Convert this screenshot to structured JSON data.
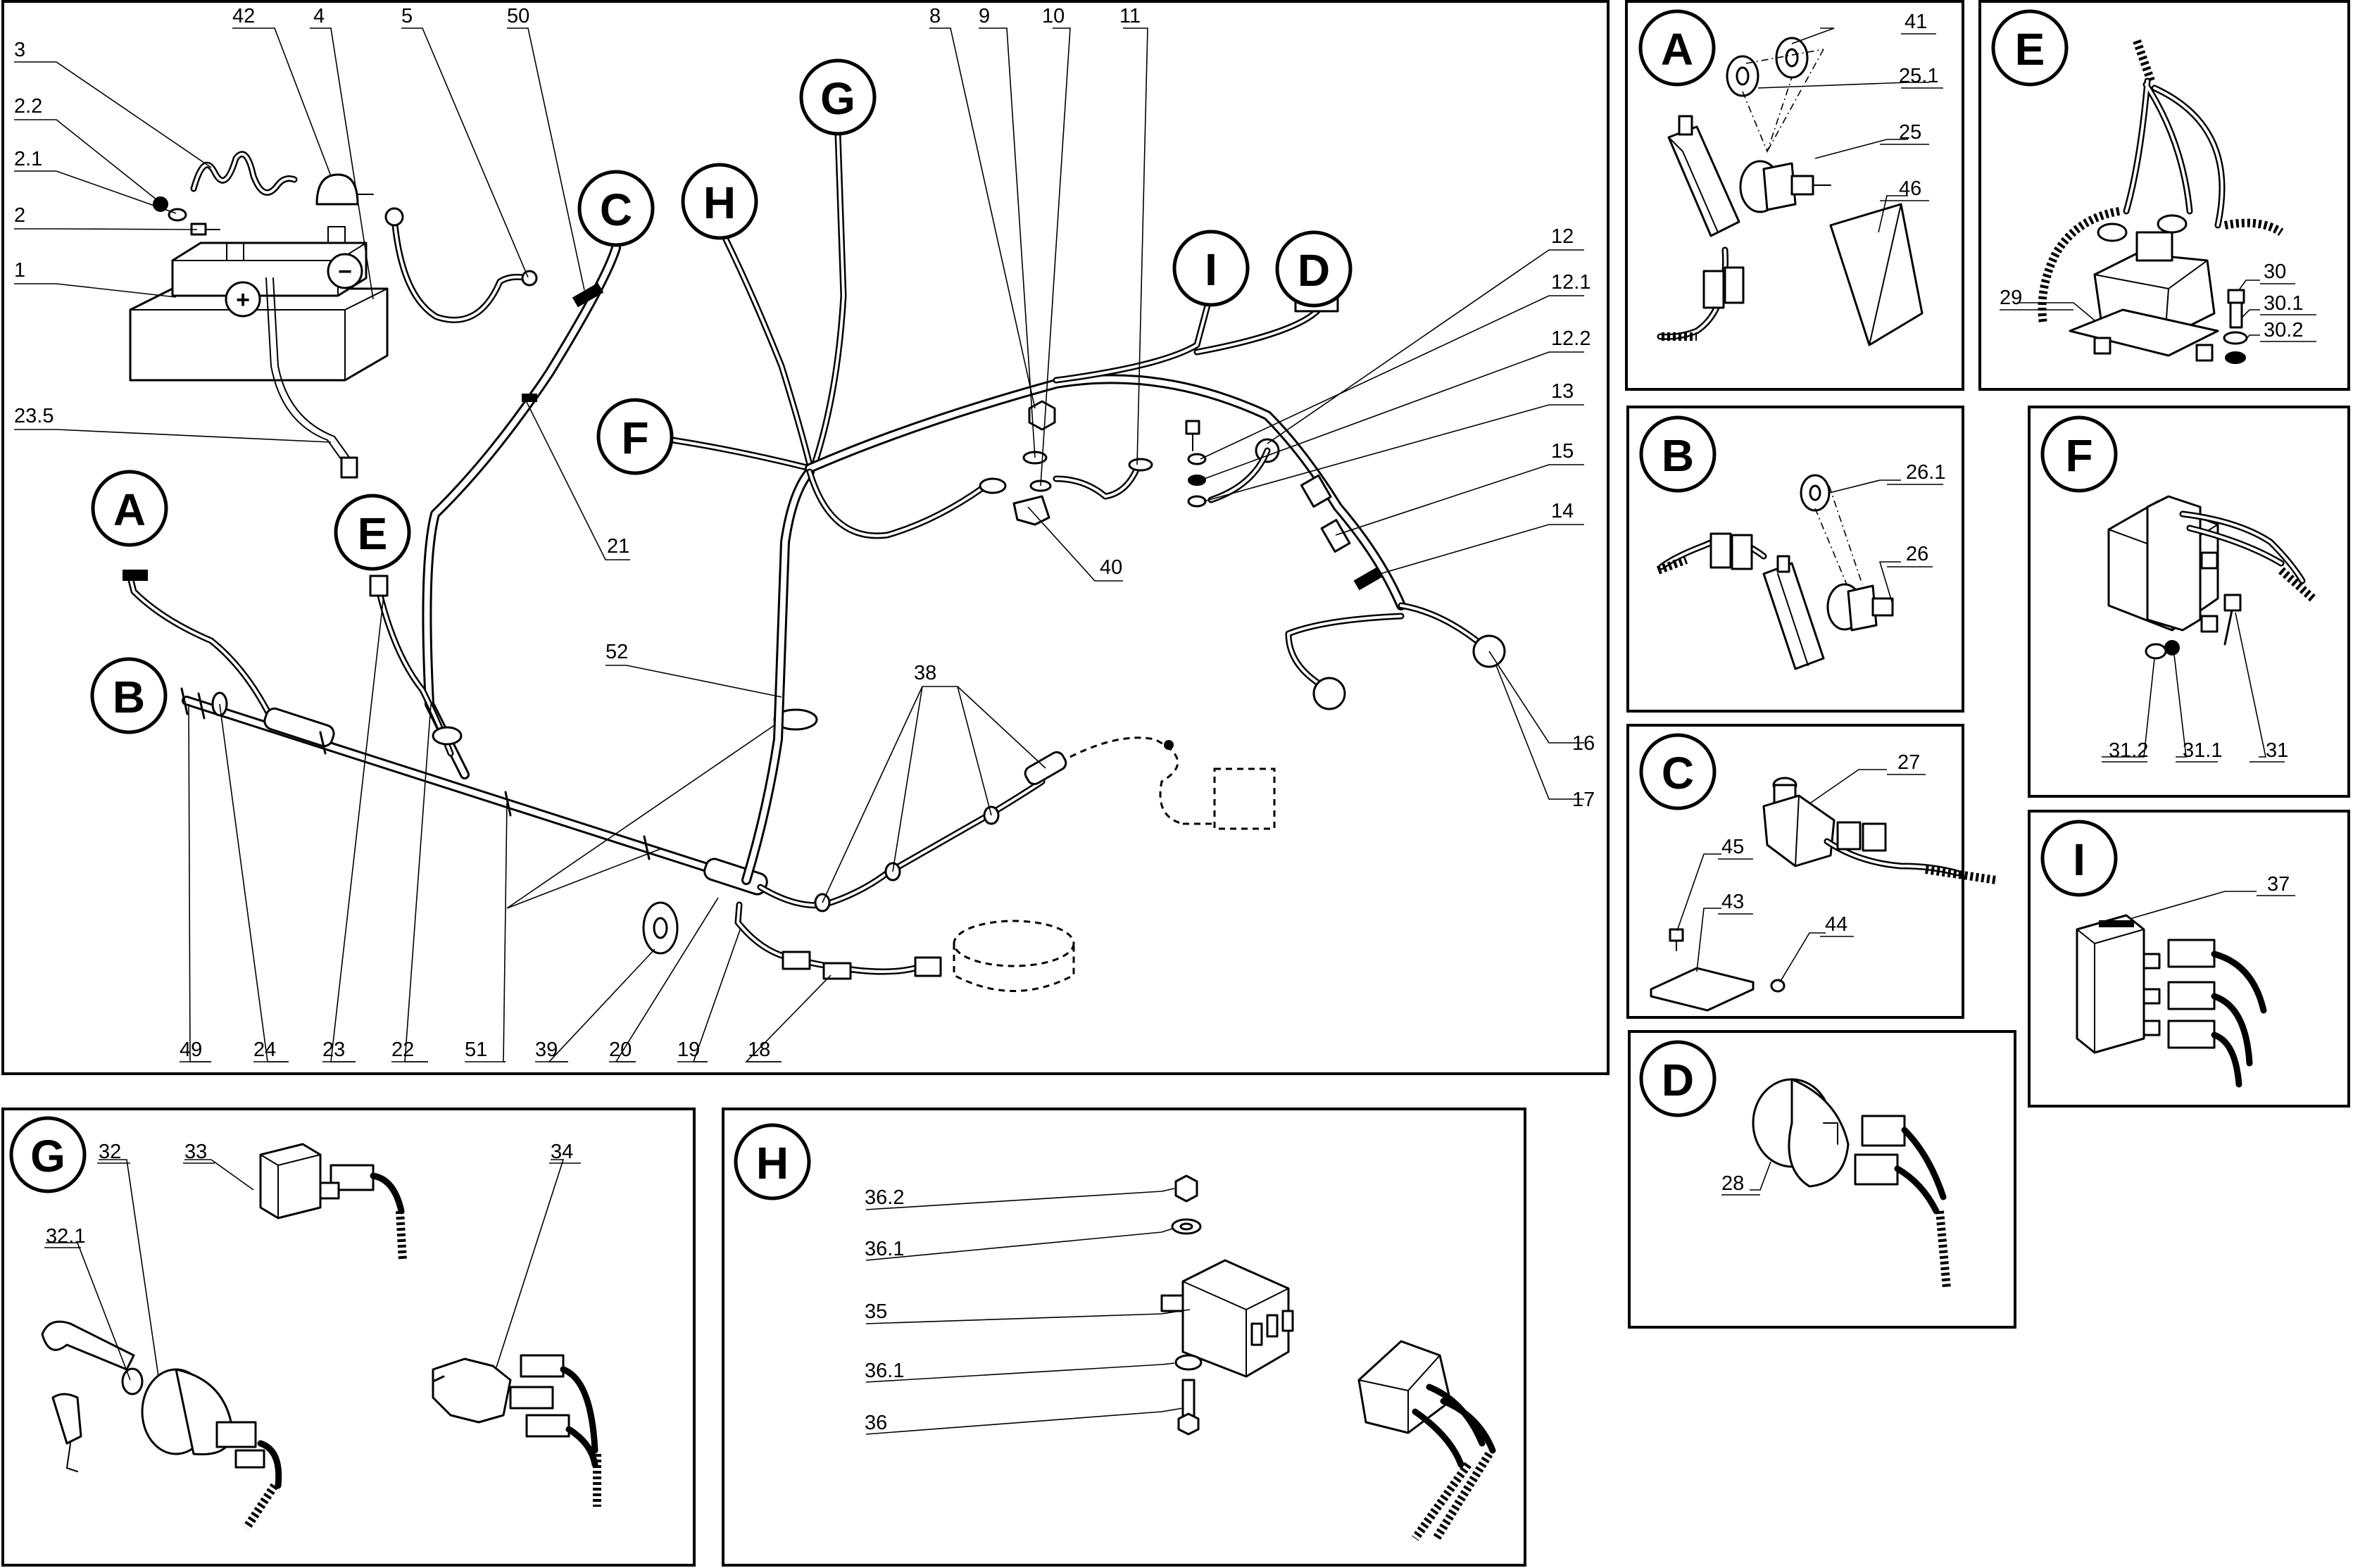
{
  "panels": {
    "main": {
      "callouts": [
        "A",
        "B",
        "C",
        "D",
        "E",
        "F",
        "G",
        "H",
        "I"
      ]
    },
    "detail": [
      "A",
      "B",
      "C",
      "D",
      "E",
      "F",
      "G",
      "H",
      "I"
    ]
  },
  "part_labels": {
    "main_top": [
      "3",
      "2.2",
      "2.1",
      "2",
      "1",
      "42",
      "4",
      "5",
      "50",
      "8",
      "9",
      "10",
      "11",
      "23.5",
      "21",
      "52",
      "38",
      "40",
      "12",
      "12.1",
      "12.2",
      "13",
      "15",
      "14",
      "16",
      "17"
    ],
    "main_bottom": [
      "49",
      "24",
      "23",
      "22",
      "51",
      "39",
      "20",
      "19",
      "18"
    ],
    "detail_A": [
      "41",
      "25.1",
      "25",
      "46"
    ],
    "detail_E": [
      "29",
      "30",
      "30.1",
      "30.2"
    ],
    "detail_B": [
      "26.1",
      "26"
    ],
    "detail_F": [
      "31.2",
      "31.1",
      "31"
    ],
    "detail_C": [
      "27",
      "45",
      "43",
      "44"
    ],
    "detail_I": [
      "37"
    ],
    "detail_D": [
      "28"
    ],
    "detail_G": [
      "32",
      "33",
      "32.1",
      "34"
    ],
    "detail_H": [
      "36.2",
      "36.1",
      "35",
      "36.1",
      "36"
    ]
  }
}
